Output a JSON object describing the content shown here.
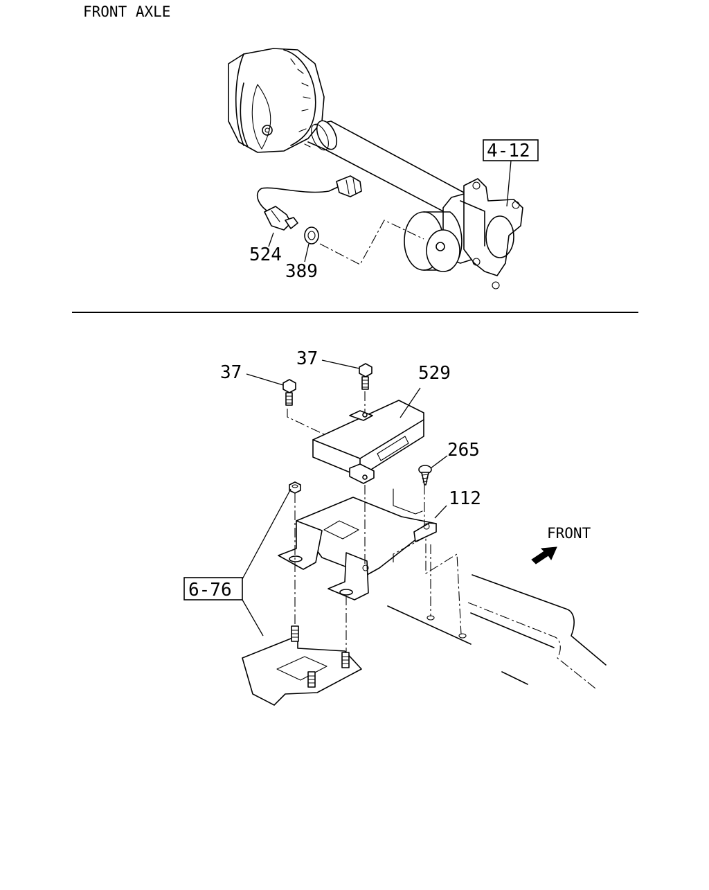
{
  "title": "FRONT AXLE",
  "upper_view": {
    "callouts": {
      "ref_4_12": "4-12",
      "part_524": "524",
      "part_389": "389"
    }
  },
  "lower_view": {
    "callouts": {
      "part_37_upper": "37",
      "part_37_left": "37",
      "part_529": "529",
      "part_265": "265",
      "part_112": "112",
      "ref_6_76": "6-76"
    },
    "front_label": "FRONT"
  }
}
